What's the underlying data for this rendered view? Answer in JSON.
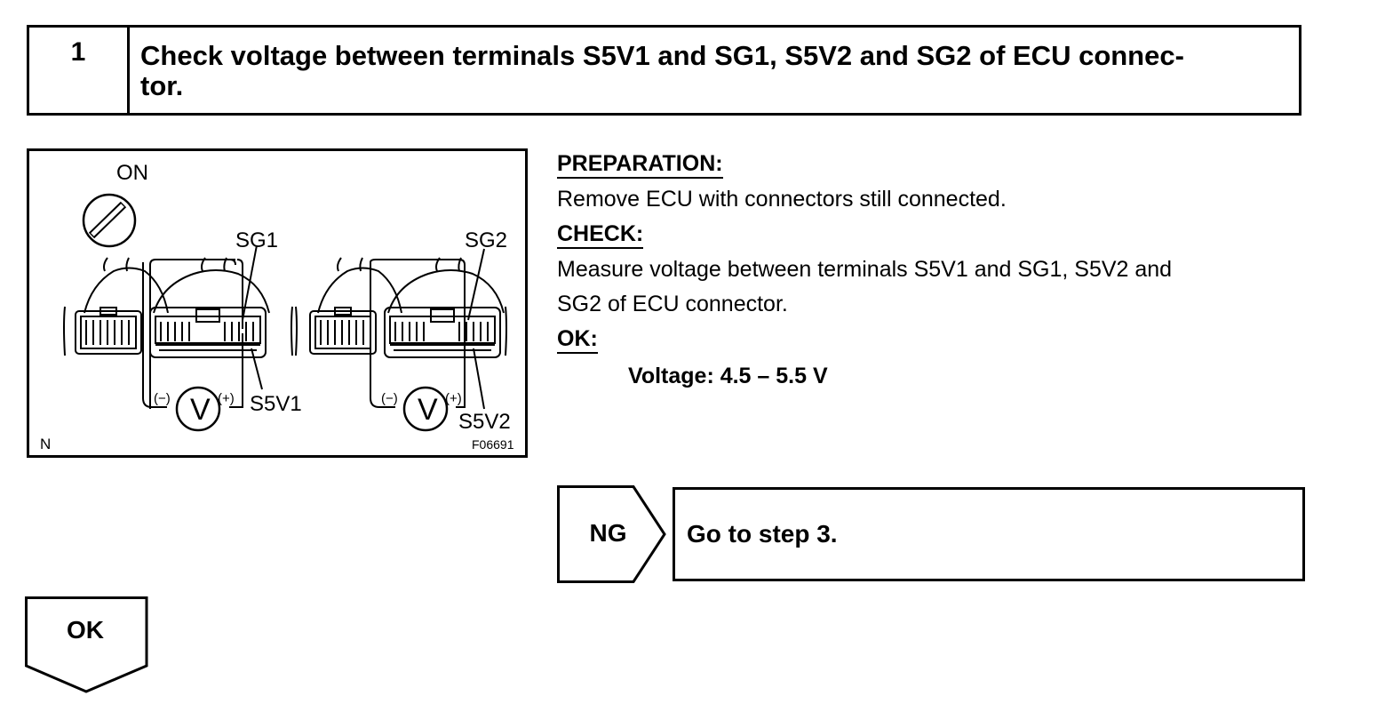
{
  "step": {
    "number": "1",
    "title": "Check voltage between terminals S5V1 and SG1, S5V2 and SG2 of ECU connec-\ntor."
  },
  "figure": {
    "ignition_label": "ON",
    "sg1_label": "SG1",
    "sg2_label": "SG2",
    "s5v1_label": "S5V1",
    "s5v2_label": "S5V2",
    "voltmeter_symbol": "V",
    "neg_terminal": "(−)",
    "pos_terminal": "(+)",
    "corner_left": "N",
    "figure_code": "F06691"
  },
  "instructions": {
    "preparation_heading": "PREPARATION:",
    "preparation_text": "Remove ECU with connectors still connected.",
    "check_heading": "CHECK:",
    "check_text_line1": "Measure voltage between terminals S5V1 and SG1, S5V2 and",
    "check_text_line2": "SG2 of ECU connector.",
    "ok_heading": "OK:",
    "spec": "Voltage: 4.5 – 5.5 V"
  },
  "flow": {
    "ng_label": "NG",
    "ng_action": "Go to step 3.",
    "ok_label": "OK"
  }
}
